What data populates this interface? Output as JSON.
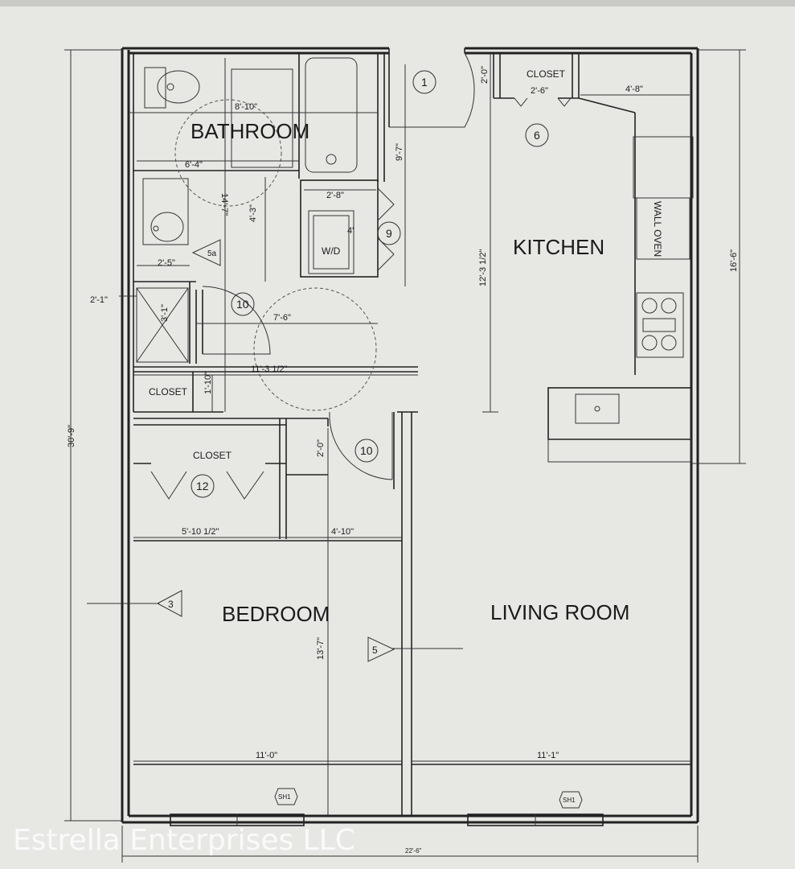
{
  "rooms": {
    "bathroom": "BATHROOM",
    "kitchen": "KITCHEN",
    "bedroom": "BEDROOM",
    "living_room": "LIVING ROOM",
    "closet_top": "CLOSET",
    "closet_left": "CLOSET",
    "closet_bed": "CLOSET",
    "wall_oven": "WALL OVEN",
    "wd": "W/D"
  },
  "dimensions": {
    "d_8_10": "8'-10\"",
    "d_6_4": "6'-4\"",
    "d_14_7": "14'-7\"",
    "d_4_3": "4'-3\"",
    "d_2_5": "2'-5\"",
    "d_2_1": "2'-1\"",
    "d_3_1": "3'-1\"",
    "d_2_8": "2'-8\"",
    "d_4": "4'",
    "d_9_7": "9'-7\"",
    "d_7_6": "7'-6\"",
    "d_11_3": "11'-3 1/2\"",
    "d_1_10": "1'-10\"",
    "d_2_0_top": "2'-0\"",
    "d_2_6": "2'-6\"",
    "d_4_8": "4'-8\"",
    "d_12_3": "12'-3 1/2\"",
    "d_16_6": "16'-6\"",
    "d_30_9": "30'-9\"",
    "d_2_0_mid": "2'-0\"",
    "d_5_10": "5'-10 1/2\"",
    "d_4_10": "4'-10\"",
    "d_13_7": "13'-7\"",
    "d_11_0": "11'-0\"",
    "d_11_1": "11'-1\"",
    "d_total": "22'-6\""
  },
  "tags": {
    "t1": "1",
    "t6": "6",
    "t9": "9",
    "t10a": "10",
    "t10b": "10",
    "t12": "12",
    "t3": "3",
    "t5": "5",
    "t5a": "5a",
    "sh1a": "SH1",
    "sh1b": "SH1"
  },
  "watermark": "Estrella Enterprises LLC"
}
